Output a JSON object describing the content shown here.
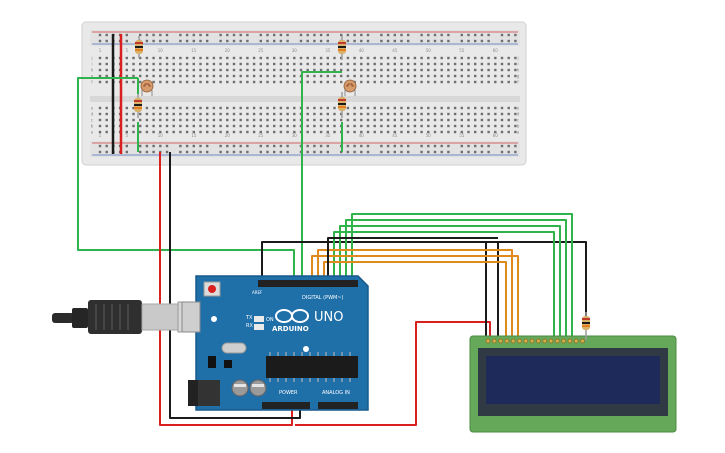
{
  "breadboard": {
    "column_numbers": [
      "1",
      "5",
      "10",
      "15",
      "20",
      "25",
      "30",
      "35",
      "40",
      "45",
      "50",
      "55",
      "60"
    ],
    "row_letters_top": [
      "j",
      "i",
      "h",
      "g",
      "f"
    ],
    "row_letters_bottom": [
      "e",
      "d",
      "c",
      "b",
      "a"
    ]
  },
  "arduino": {
    "logo": "ARDUINO",
    "model": "UNO",
    "digital_label": "DIGITAL (PWM~)",
    "power_label": "POWER",
    "analog_label": "ANALOG IN",
    "on_label": "ON",
    "tx_label": "TX",
    "rx_label": "RX",
    "aref_label": "AREF"
  },
  "lcd": {
    "display_text": ""
  },
  "colors": {
    "wire_green": "#2fb34a",
    "wire_red": "#d9201f",
    "wire_black": "#1a1a1a",
    "wire_orange": "#e08a1e",
    "board_blue": "#1f6fa9",
    "lcd_green": "#65a85a",
    "lcd_screen": "#1d2a5a"
  }
}
